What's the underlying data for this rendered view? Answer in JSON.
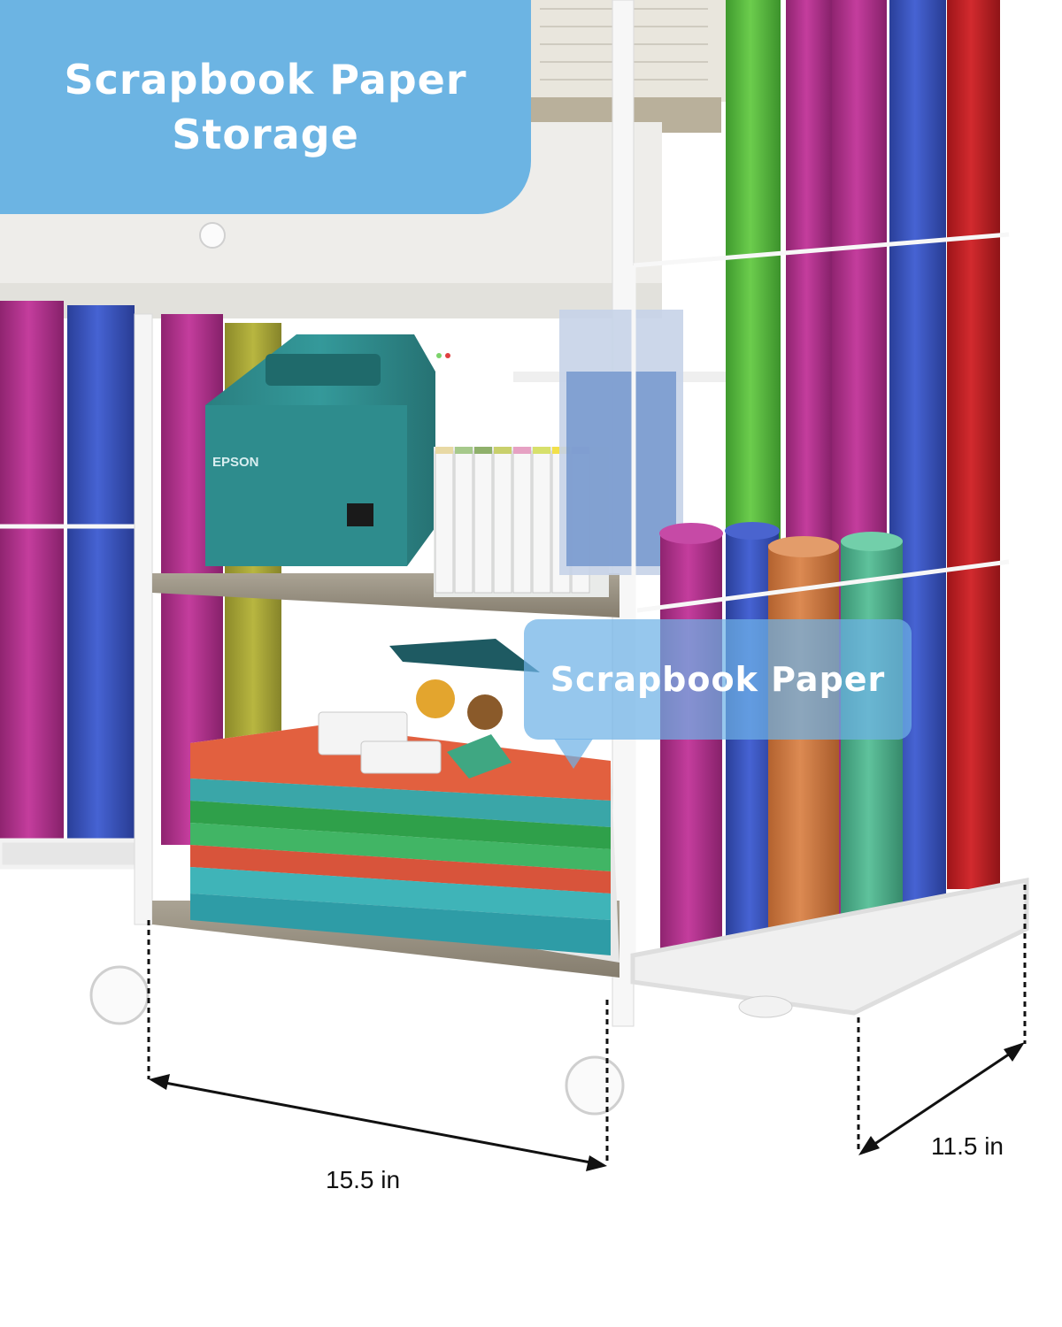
{
  "banner": {
    "line1": "Scrapbook Paper",
    "line2": "Storage"
  },
  "callout": {
    "label": "Scrapbook Paper"
  },
  "printer": {
    "brand": "EPSON"
  },
  "dimensions": {
    "width_label": "15.5 in",
    "depth_label": "11.5 in"
  },
  "colors": {
    "banner_bg": "#6cb4e3",
    "frame": "#f4f4f4",
    "shelf_wood": "#9a9282",
    "roll_magenta": "#b4358f",
    "roll_blue": "#3a57c6",
    "roll_green": "#5cbf42",
    "roll_red": "#c21d22",
    "roll_orange": "#d07a43",
    "roll_teal": "#4fae8c",
    "printer": "#2f8b8c"
  }
}
